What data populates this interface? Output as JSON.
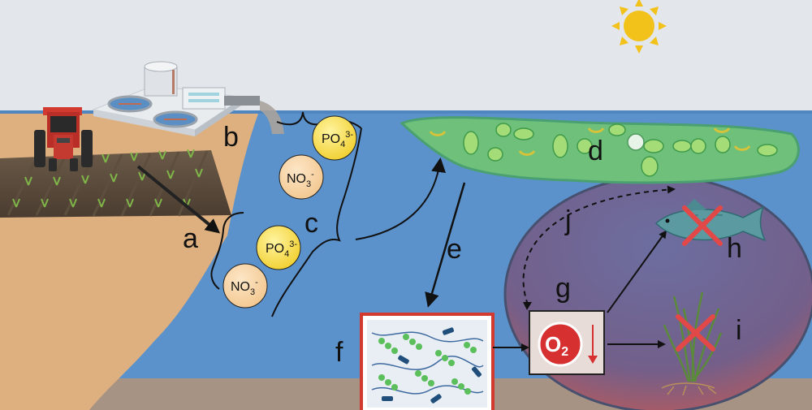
{
  "labels": {
    "a": "a",
    "b": "b",
    "c": "c",
    "d": "d",
    "e": "e",
    "f": "f",
    "g": "g",
    "h": "h",
    "i": "i",
    "j": "j"
  },
  "nutrients": {
    "phosphate_base": "PO",
    "phosphate_sub": "4",
    "phosphate_sup": "3-",
    "nitrate_base": "NO",
    "nitrate_sub": "3",
    "nitrate_sup": "-"
  },
  "oxygen": {
    "base": "O",
    "sub": "2"
  },
  "colors": {
    "sky": "#e3e6ea",
    "water": "#5b92cc",
    "land": "#dfb07f",
    "sediment": "#a69383",
    "algae_bloom": "#6ec07a",
    "hypoxic_zone": "#6d6a94",
    "sun": "#f2c21b",
    "nutrient_phosphate": "#f4da46",
    "nutrient_nitrate": "#f7cf9c",
    "oxygen_badge": "#d63030",
    "cross": "#e24848"
  }
}
